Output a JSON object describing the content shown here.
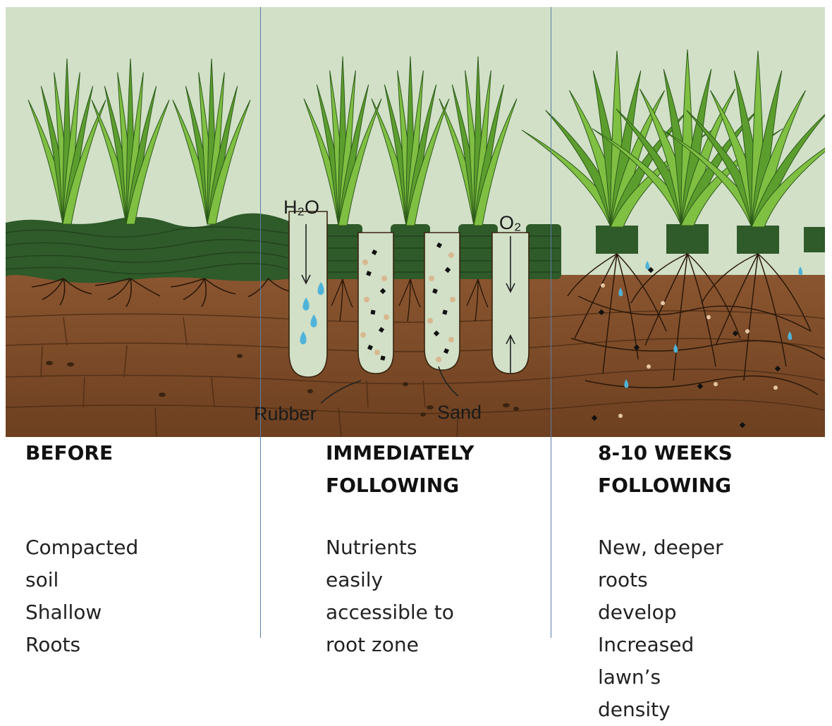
{
  "labels": {
    "water": "H₂O",
    "oxygen": "O₂",
    "rubber": "Rubber",
    "sand": "Sand"
  },
  "panels": [
    {
      "heading": "BEFORE",
      "description": "Compacted soil\nShallow Roots"
    },
    {
      "heading": "IMMEDIATELY\nFOLLOWING",
      "description": "Nutrients easily\naccessible to\nroot zone"
    },
    {
      "heading": "8-10 WEEKS\nFOLLOWING",
      "description": "New, deeper\nroots develop\nIncreased lawn’s\ndensity"
    }
  ],
  "colors": {
    "sky": "#d1e0c7",
    "soil": "#7d4c2a",
    "soil_dark": "#5d3519",
    "thatch": "#2f5a2a",
    "grass": "#6fb23a",
    "divider": "#5b7fa6",
    "water_drop": "#4fb3d9"
  }
}
